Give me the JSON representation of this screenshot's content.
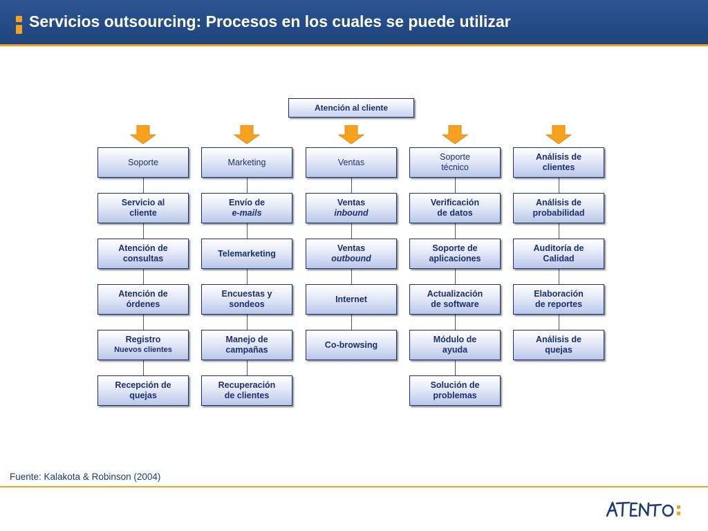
{
  "slide": {
    "title": "Servicios outsourcing: Procesos en los cuales se puede utilizar",
    "source": "Fuente: Kalakota & Robinson (2004)",
    "logo_text": "ATENTO"
  },
  "diagram": {
    "root": "Atención al cliente",
    "columns": [
      {
        "header": [
          "Soporte"
        ],
        "items": [
          {
            "lines": [
              "Servicio al",
              "cliente"
            ]
          },
          {
            "lines": [
              "Atención de",
              "consultas"
            ]
          },
          {
            "lines": [
              "Atención de",
              "órdenes"
            ]
          },
          {
            "lines": [
              "Registro",
              "Nuevos clientes"
            ],
            "small": true
          },
          {
            "lines": [
              "Recepción de",
              "quejas"
            ]
          }
        ]
      },
      {
        "header": [
          "Marketing"
        ],
        "items": [
          {
            "lines": [
              "Envío de",
              "e-mails"
            ],
            "italic": true
          },
          {
            "lines": [
              "Telemarketing"
            ]
          },
          {
            "lines": [
              "Encuestas y",
              "sondeos"
            ]
          },
          {
            "lines": [
              "Manejo de",
              "campañas"
            ]
          },
          {
            "lines": [
              "Recuperación",
              "de clientes"
            ]
          }
        ]
      },
      {
        "header": [
          "Ventas"
        ],
        "items": [
          {
            "lines": [
              "Ventas",
              "inbound"
            ],
            "italic": true
          },
          {
            "lines": [
              "Ventas",
              "outbound"
            ],
            "italic": true
          },
          {
            "lines": [
              "Internet"
            ]
          },
          {
            "lines": [
              "Co-browsing"
            ]
          }
        ]
      },
      {
        "header": [
          "Soporte",
          "técnico"
        ],
        "items": [
          {
            "lines": [
              "Verificación",
              "de datos"
            ]
          },
          {
            "lines": [
              "Soporte de",
              "aplicaciones"
            ]
          },
          {
            "lines": [
              "Actualización",
              "de software"
            ]
          },
          {
            "lines": [
              "Módulo de",
              "ayuda"
            ]
          },
          {
            "lines": [
              "Solución de",
              "problemas"
            ]
          }
        ]
      },
      {
        "header": [
          "Análisis de",
          "clientes"
        ],
        "headerBold": true,
        "items": [
          {
            "lines": [
              "Análisis de",
              "probabilidad"
            ]
          },
          {
            "lines": [
              "Auditoría de",
              "Calidad"
            ]
          },
          {
            "lines": [
              "Elaboración",
              "de reportes"
            ]
          },
          {
            "lines": [
              "Análisis de",
              "quejas"
            ]
          }
        ]
      }
    ]
  },
  "colors": {
    "header_bg": "#1f447e",
    "accent": "#f5a21f",
    "box_border": "#1a2e74",
    "box_text": "#1b2f70"
  }
}
